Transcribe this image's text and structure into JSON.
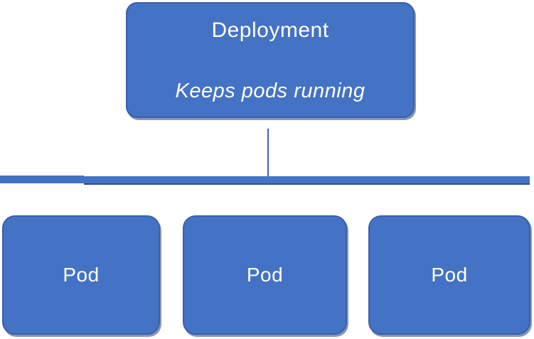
{
  "diagram": {
    "title": "Deployment",
    "subtitle": "Keeps pods running",
    "pods": [
      {
        "label": "Pod"
      },
      {
        "label": "Pod"
      },
      {
        "label": "Pod"
      }
    ],
    "colors": {
      "shape_fill": "#4472C4",
      "shape_border": "#3b5fa7",
      "shape_shadow": "#27427a",
      "connector": "#3f66ad",
      "text": "#ffffff",
      "background": "#ffffff"
    }
  }
}
